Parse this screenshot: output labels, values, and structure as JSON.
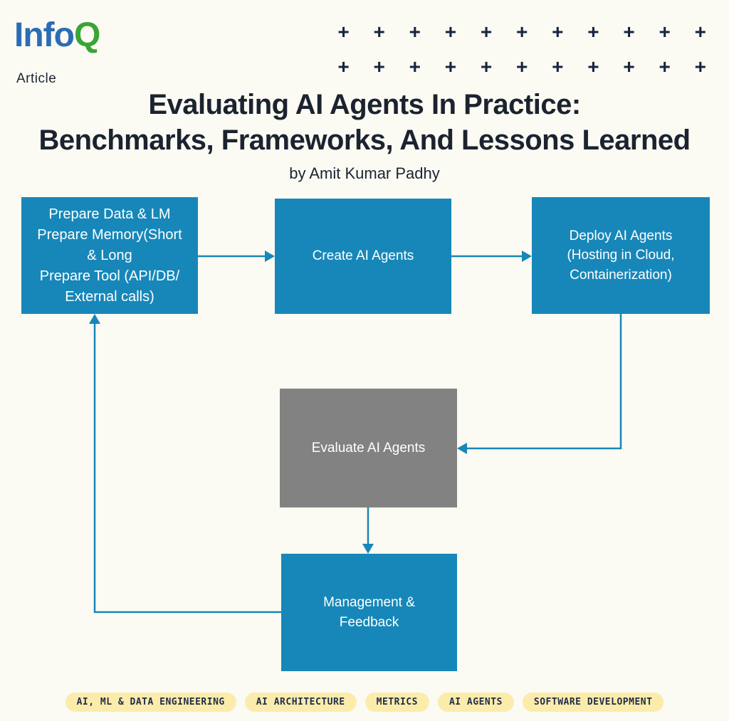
{
  "header": {
    "logo_info": "Info",
    "logo_q": "Q",
    "kicker": "Article",
    "plus_row": "+ + + + + + + + + + +"
  },
  "title": {
    "line1": "Evaluating AI Agents In Practice:",
    "line2": "Benchmarks, Frameworks, And Lessons Learned",
    "byline": "by Amit Kumar Padhy"
  },
  "colors": {
    "node_blue": "#1787b9",
    "node_gray": "#828282",
    "arrow": "#1787b9",
    "accent_navy": "#1c2433",
    "tag_bg": "#fcecac",
    "logo_blue": "#2c6cb5",
    "logo_green": "#3aa437"
  },
  "flowchart": {
    "nodes": [
      {
        "id": "prepare",
        "label": "Prepare Data &  LM\nPrepare Memory(Short\n& Long\nPrepare Tool (API/DB/\nExternal calls)"
      },
      {
        "id": "create",
        "label": "Create AI Agents"
      },
      {
        "id": "deploy",
        "label": "Deploy AI Agents\n(Hosting in Cloud,\nContainerization)"
      },
      {
        "id": "evaluate",
        "label": "Evaluate AI Agents"
      },
      {
        "id": "manage",
        "label": "Management &\nFeedback"
      }
    ],
    "edges": [
      {
        "from": "prepare",
        "to": "create"
      },
      {
        "from": "create",
        "to": "deploy"
      },
      {
        "from": "deploy",
        "to": "evaluate"
      },
      {
        "from": "evaluate",
        "to": "manage"
      },
      {
        "from": "manage",
        "to": "prepare"
      }
    ]
  },
  "tags": [
    "AI, ML & DATA ENGINEERING",
    "AI ARCHITECTURE",
    "METRICS",
    "AI AGENTS",
    "SOFTWARE DEVELOPMENT"
  ]
}
